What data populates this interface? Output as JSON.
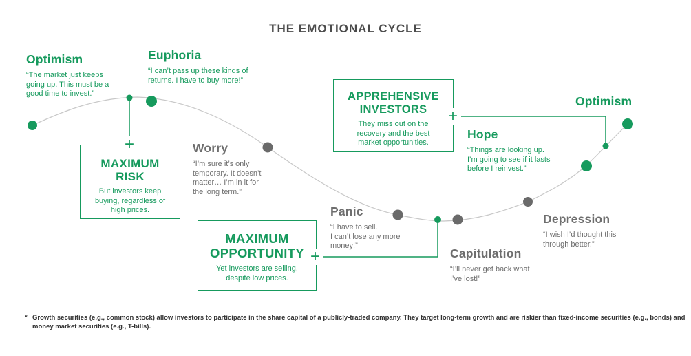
{
  "title": "THE EMOTIONAL CYCLE",
  "colors": {
    "green": "#169a5d",
    "gray": "#6e6e6e",
    "curve": "#c8c8c8",
    "dotgray": "#6a6a6a",
    "titlegray": "#4b4b4b",
    "ink": "#333333"
  },
  "plus_symbol": "+",
  "stages": {
    "optimism_left": {
      "label": "Optimism",
      "tone": "green",
      "lines": [
        "“The market just keeps",
        "going up. This must be a",
        "good time to invest.”"
      ]
    },
    "euphoria": {
      "label": "Euphoria",
      "tone": "green",
      "lines": [
        "“I can’t pass up these kinds of",
        "returns. I have to buy more!”"
      ]
    },
    "worry": {
      "label": "Worry",
      "tone": "gray",
      "lines": [
        "“I’m sure it’s only",
        "temporary. It doesn’t",
        "matter… I’m in it for",
        "the long term.”"
      ]
    },
    "panic": {
      "label": "Panic",
      "tone": "gray",
      "lines": [
        "“I have to sell.",
        "I can’t lose any more",
        "money!”"
      ]
    },
    "capitulation": {
      "label": "Capitulation",
      "tone": "gray",
      "lines": [
        "“I’ll never get back what",
        "I’ve lost!”"
      ]
    },
    "depression": {
      "label": "Depression",
      "tone": "gray",
      "lines": [
        "“I wish I’d thought this",
        "through better.”"
      ]
    },
    "hope": {
      "label": "Hope",
      "tone": "green",
      "lines": [
        "“Things are looking up.",
        "I’m going to see if it lasts",
        "before I reinvest.”"
      ]
    },
    "optimism_right": {
      "label": "Optimism",
      "tone": "green",
      "lines": []
    }
  },
  "callouts": {
    "max_risk": {
      "title_lines": [
        "MAXIMUM",
        "RISK"
      ],
      "body_lines": [
        "But investors keep",
        "buying, regardless of",
        "high prices."
      ]
    },
    "apprehensive": {
      "title_lines": [
        "APPREHENSIVE",
        "INVESTORS"
      ],
      "body_lines": [
        "They miss out on the",
        "recovery and the best",
        "market opportunities."
      ]
    },
    "max_opportunity": {
      "title_lines": [
        "MAXIMUM",
        "OPPORTUNITY"
      ],
      "body_lines": [
        "Yet investors are selling,",
        "despite low prices."
      ]
    }
  },
  "footnote": {
    "marker": "*",
    "line1": "Growth securities (e.g., common stock) allow investors to participate in the share capital of a publicly-traded company. They target long-term growth and are riskier than fixed-income securities (e.g., bonds) and",
    "line2": "money market securities (e.g., T-bills)."
  }
}
